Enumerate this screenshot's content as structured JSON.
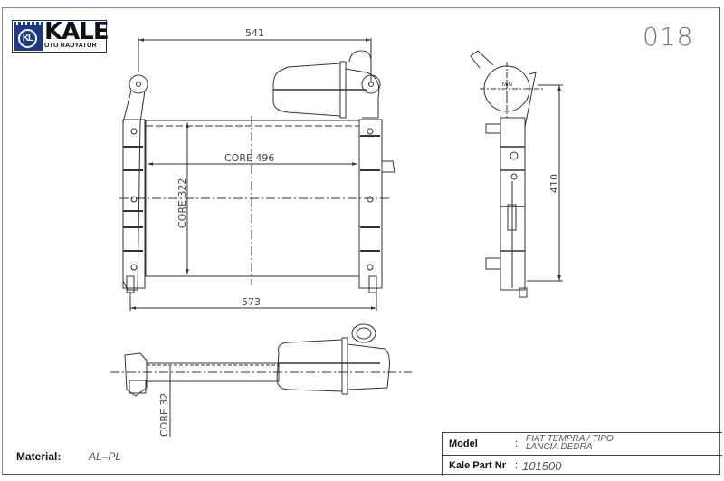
{
  "logo": {
    "emblem_text": "KL",
    "brand": "KALE",
    "subtitle": "OTO RADYATÖR"
  },
  "drawing_number": "018",
  "front_view": {
    "dimensions": {
      "top_width": "541",
      "core_width": "CORE  496",
      "core_height": "CORE  322",
      "overall_width": "573"
    }
  },
  "side_view": {
    "dimensions": {
      "height": "410"
    },
    "label": "MIN"
  },
  "top_view": {
    "dimensions": {
      "core_depth": "CORE  32"
    }
  },
  "material": {
    "label": "Material:",
    "value": "AL–PL"
  },
  "title_block": {
    "model_label": "Model",
    "model_lines": [
      "FIAT  TEMPRA  /  TIPO",
      "LANCIA  DEDRA"
    ],
    "part_label": "Kale Part Nr",
    "part_value": "101500",
    "colon": ":"
  },
  "colors": {
    "logo_blue": "#1d3a8a",
    "line": "#333333",
    "text_gray": "#555555"
  }
}
